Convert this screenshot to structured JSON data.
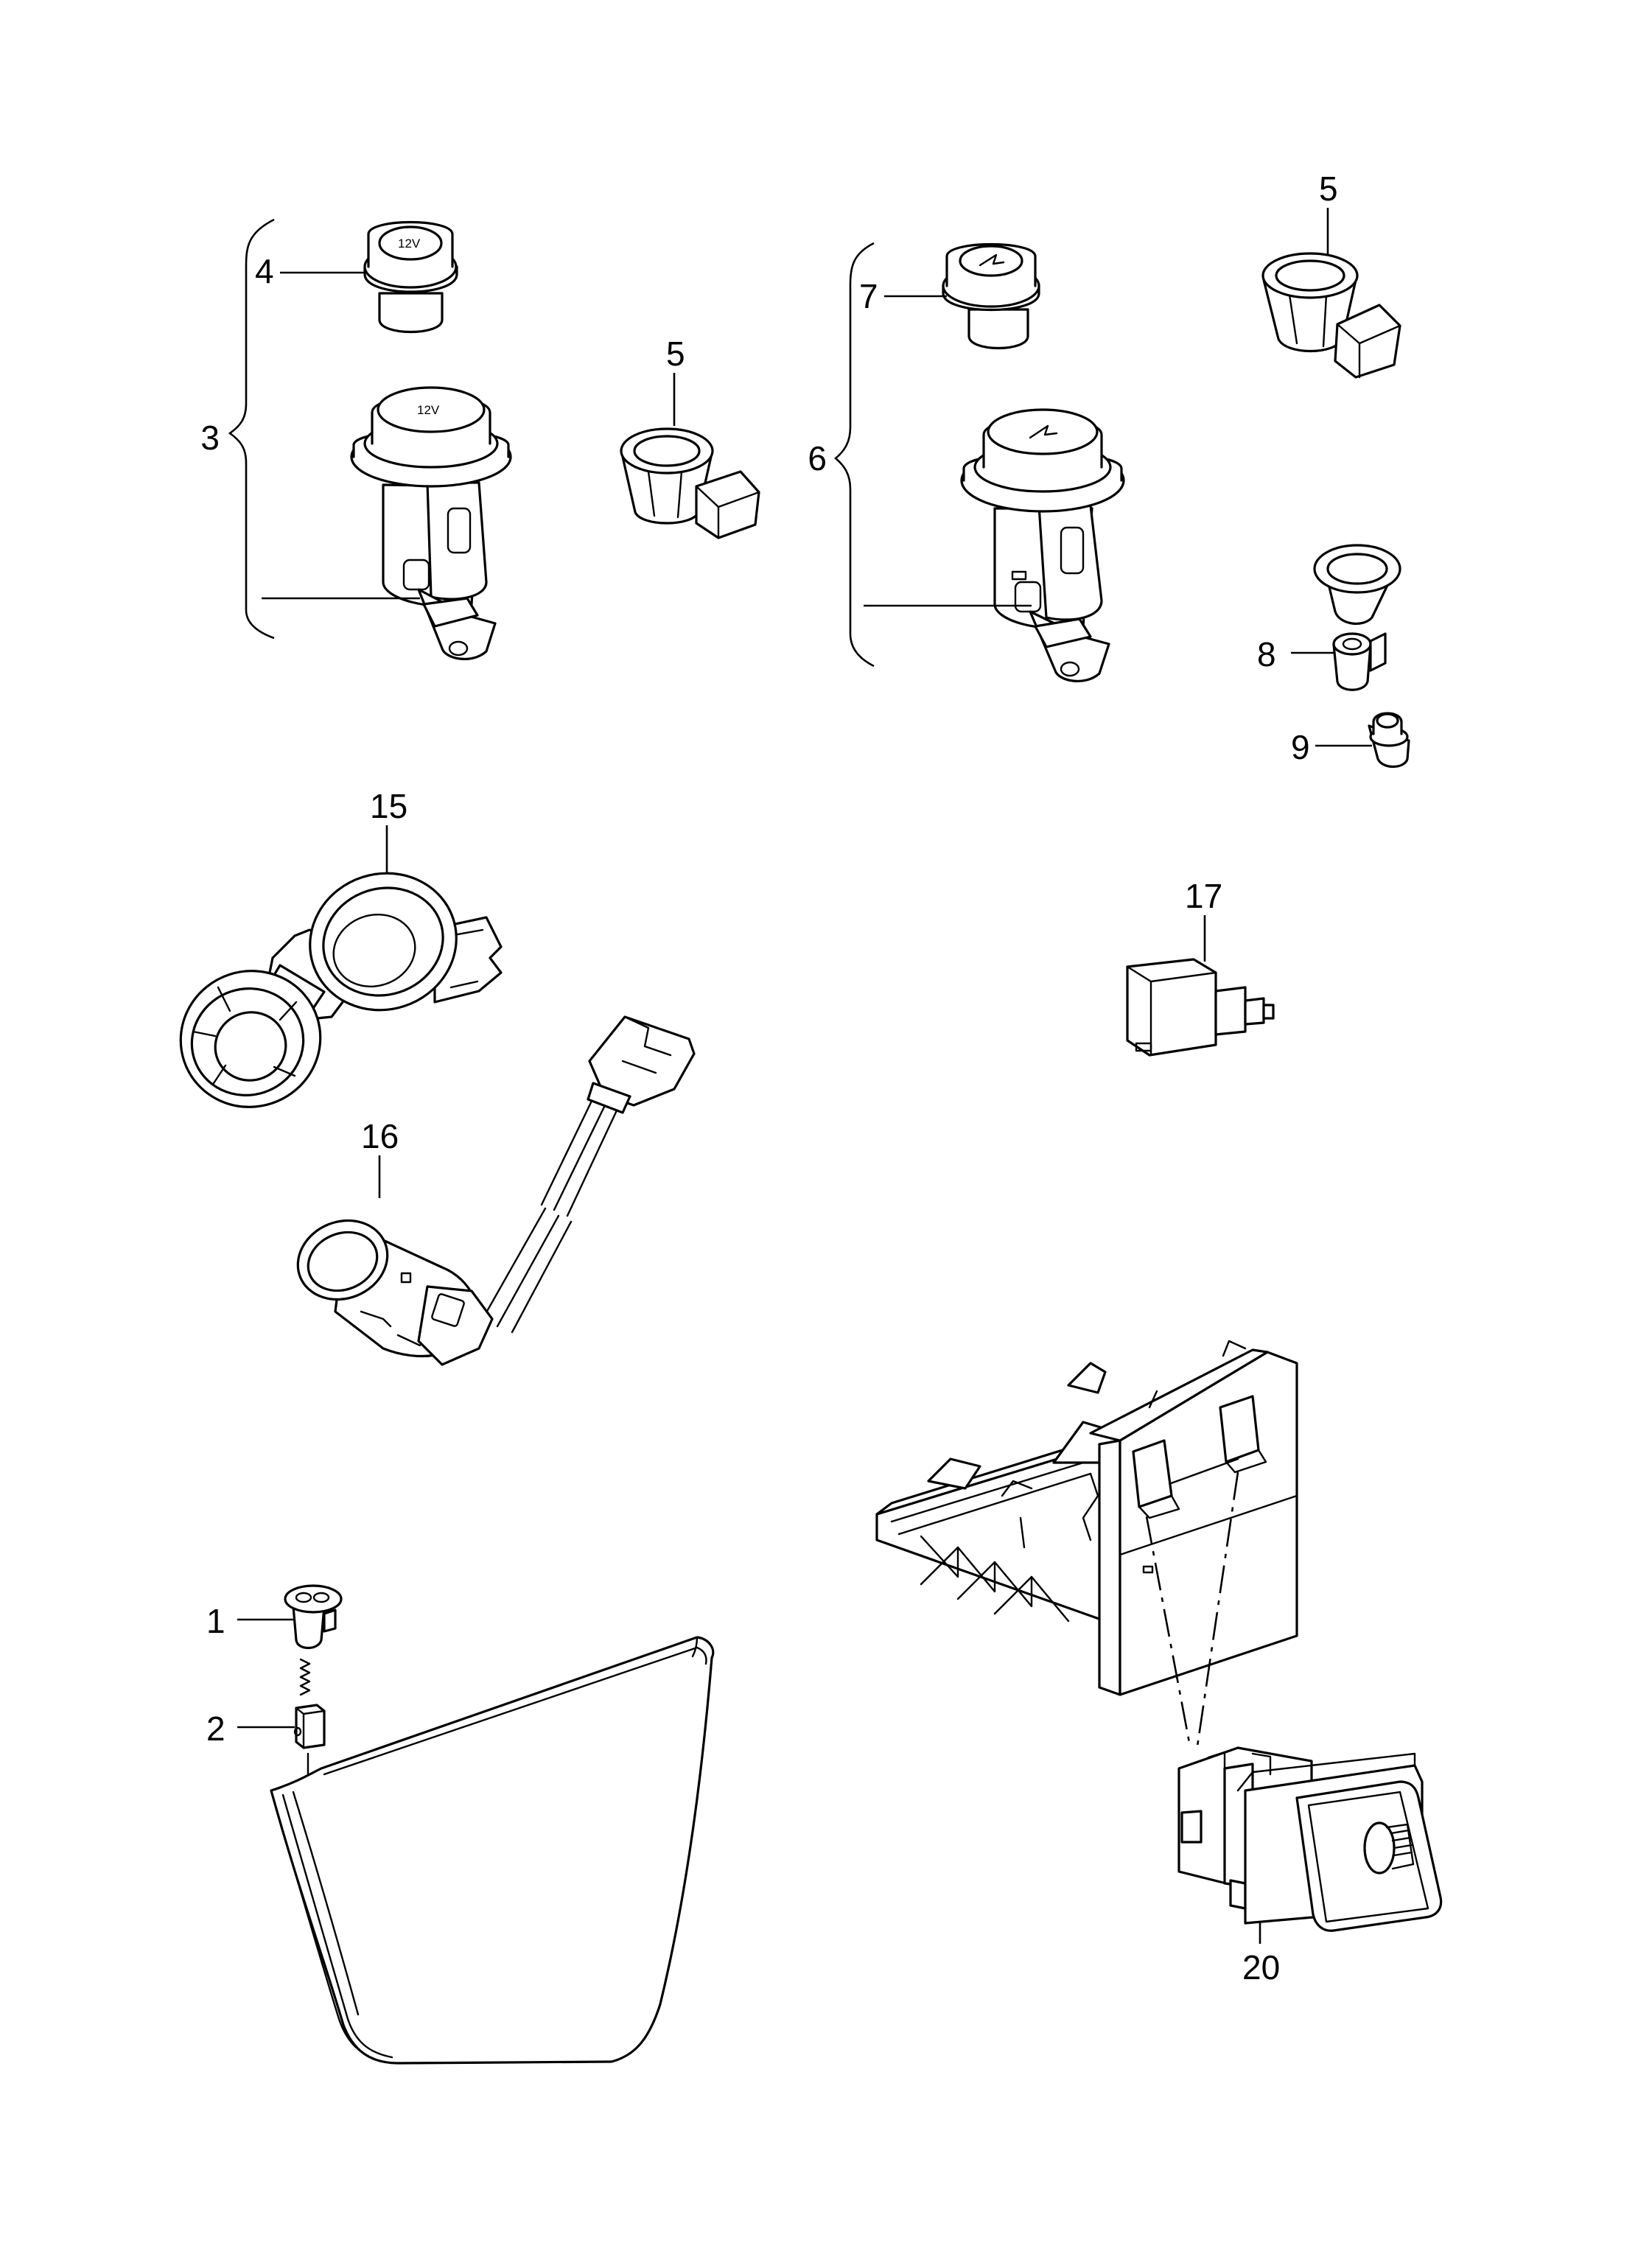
{
  "diagram": {
    "marking_12v": "12V",
    "callouts": {
      "c1": "1",
      "c2": "2",
      "c3": "3",
      "c4": "4",
      "c5a": "5",
      "c5b": "5",
      "c6": "6",
      "c7": "7",
      "c8": "8",
      "c9": "9",
      "c15": "15",
      "c16": "16",
      "c17": "17",
      "c20": "20"
    }
  }
}
